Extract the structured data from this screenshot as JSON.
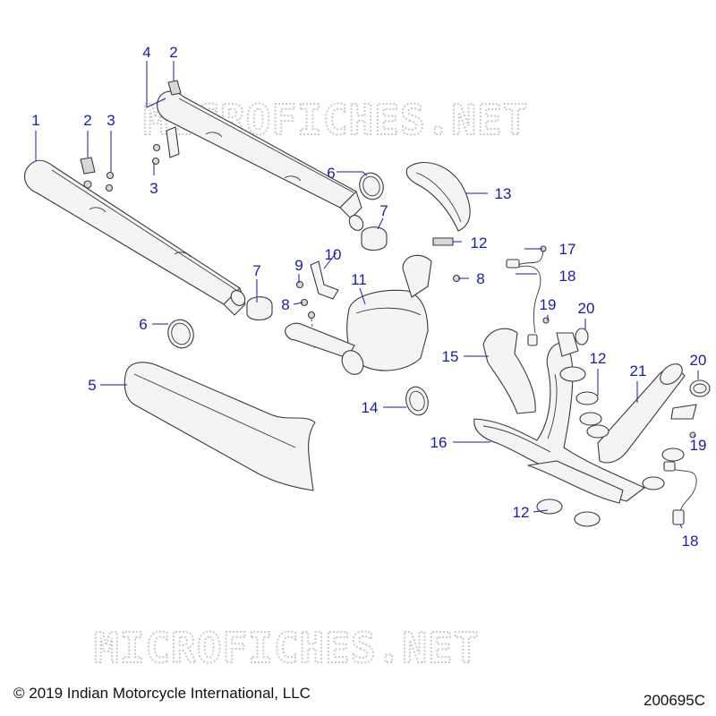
{
  "watermark": "MICROFICHES.NET",
  "copyright": "© 2019 Indian Motorcycle International, LLC",
  "diagram_id": "200695C",
  "callouts": [
    "1",
    "2",
    "3",
    "2",
    "4",
    "3",
    "6",
    "7",
    "13",
    "12",
    "17",
    "9",
    "10",
    "8",
    "18",
    "8",
    "11",
    "7",
    "19",
    "20",
    "6",
    "15",
    "12",
    "21",
    "20",
    "5",
    "14",
    "16",
    "19",
    "12",
    "18"
  ],
  "colors": {
    "callout": "#1a1ab0",
    "line": "#3a3a3a",
    "watermark": "#c9c9c9"
  }
}
